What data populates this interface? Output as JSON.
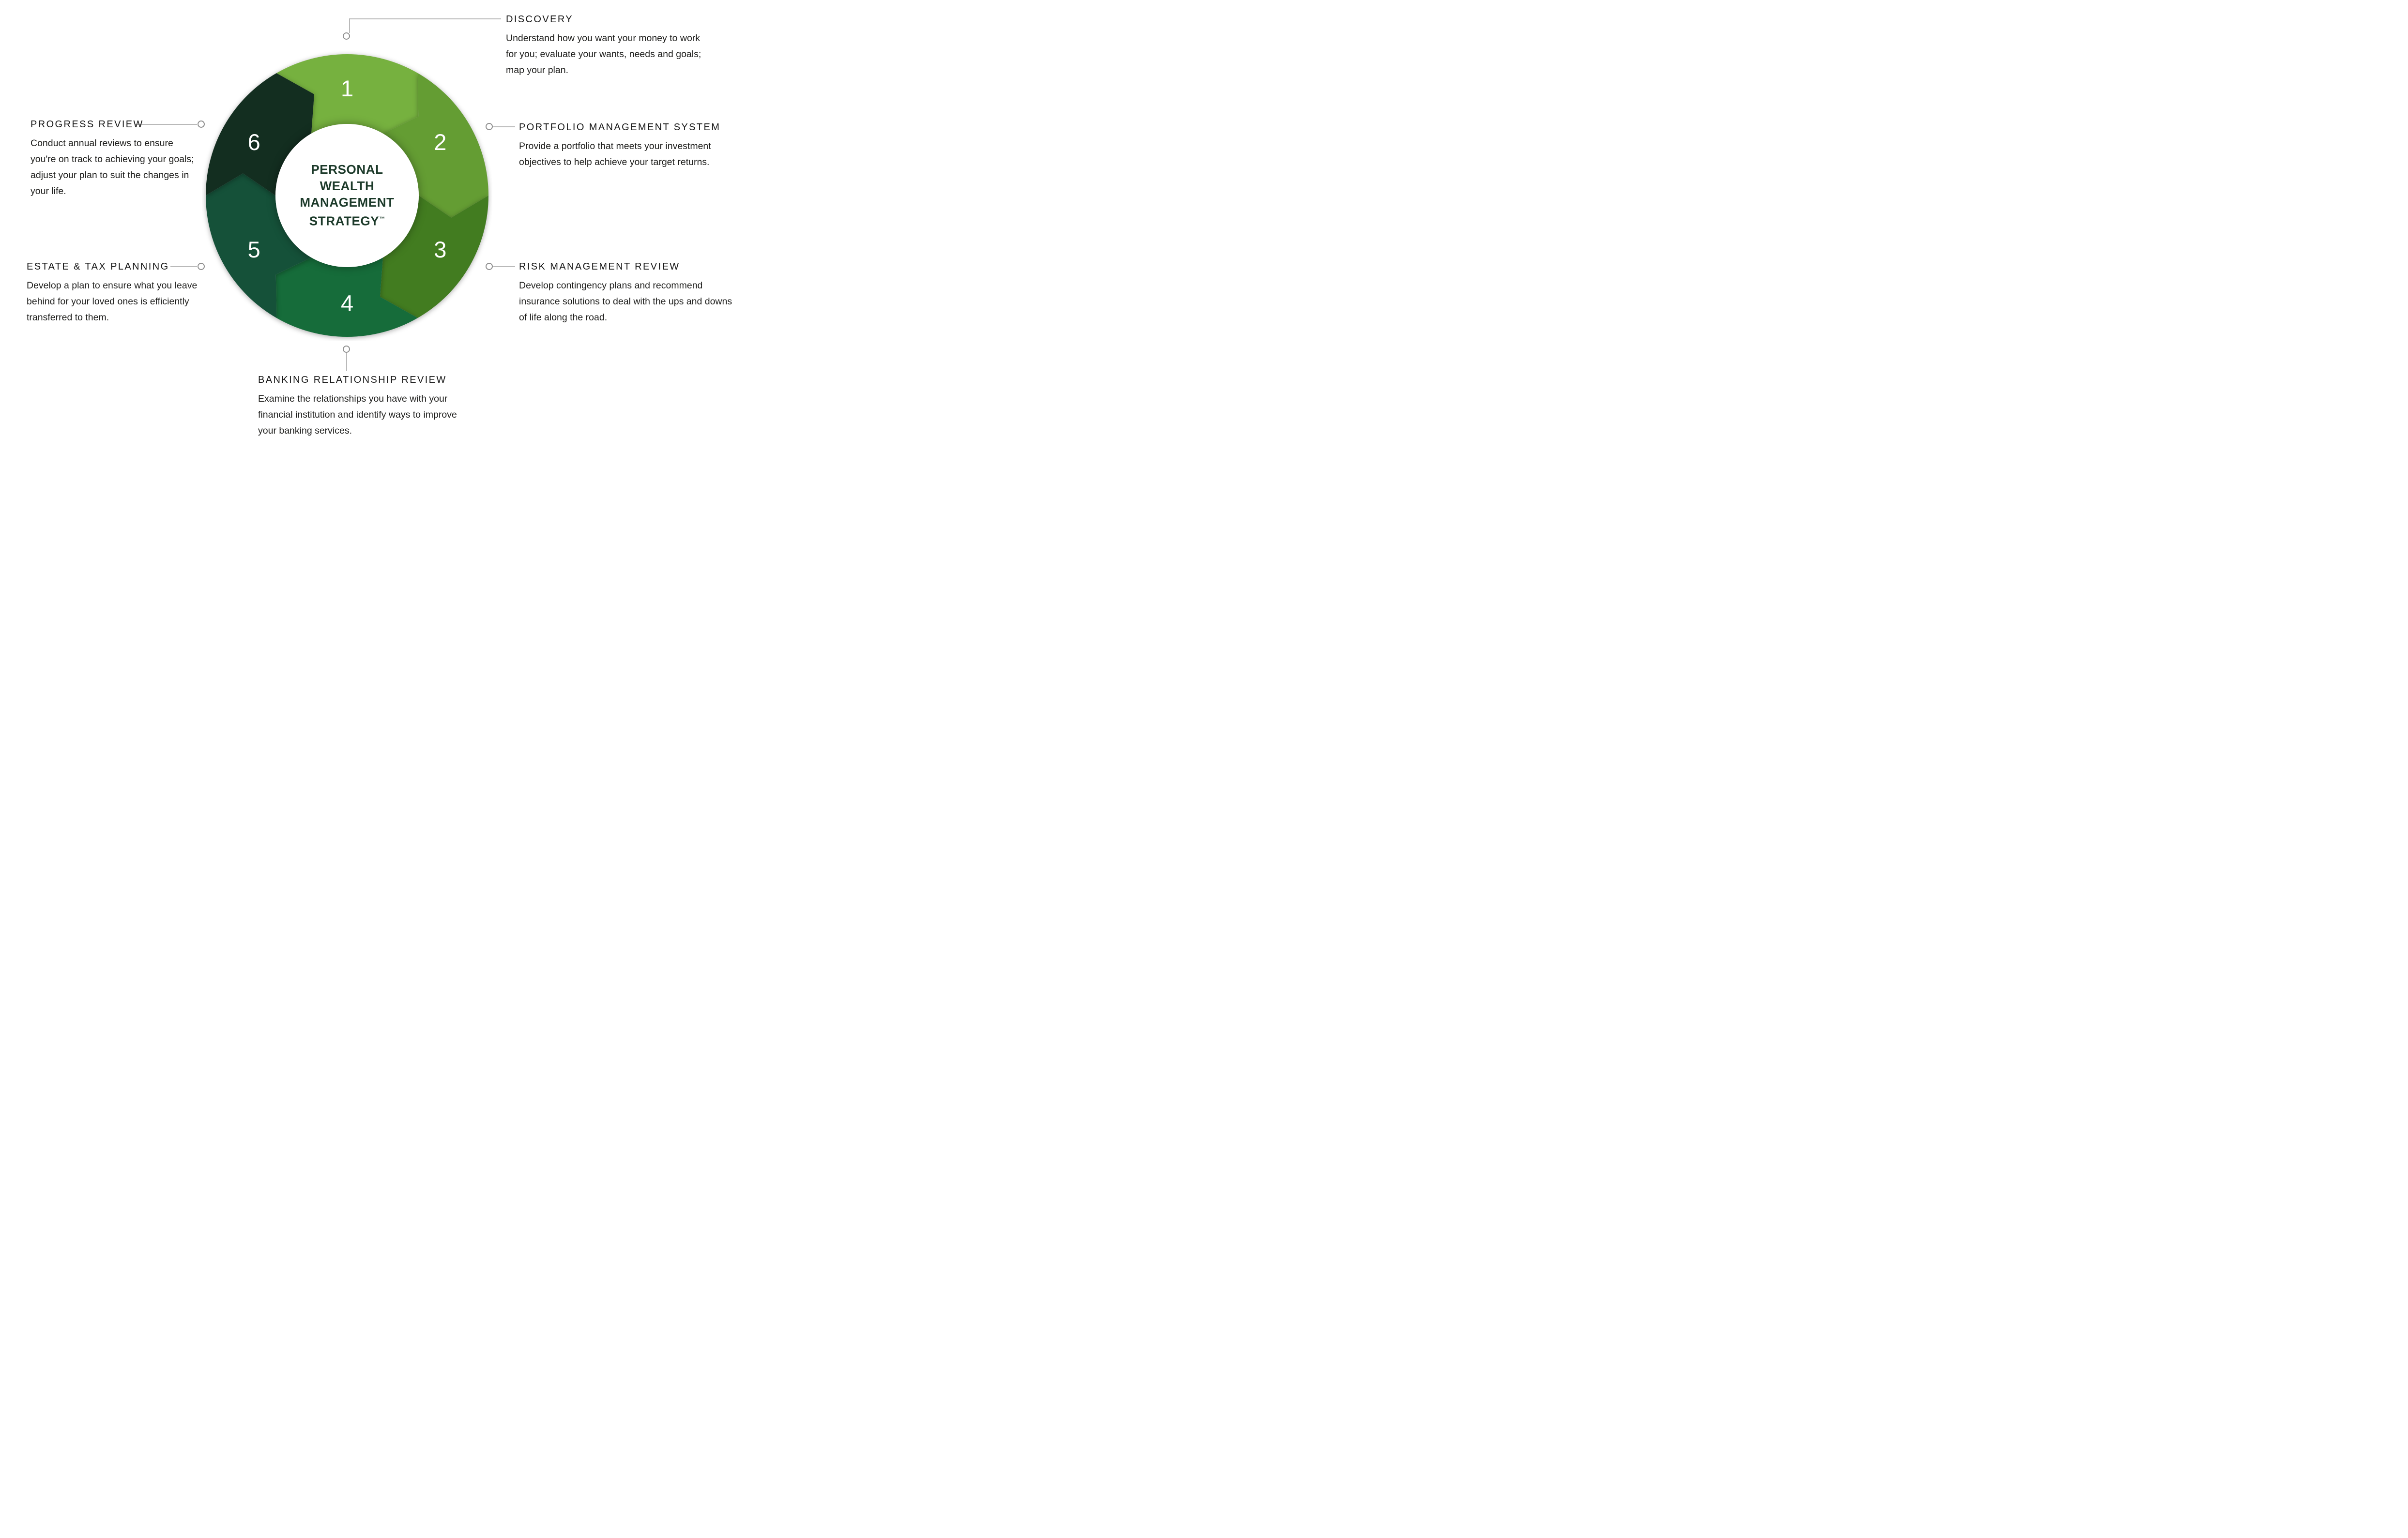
{
  "canvas": {
    "background": "#ffffff"
  },
  "center": {
    "line1": "PERSONAL",
    "line2": "WEALTH",
    "line3": "MANAGEMENT",
    "line4": "STRATEGY",
    "trademark": "™",
    "text_color": "#1c3a2a"
  },
  "chart_data": {
    "type": "cycle-diagram",
    "title": "Personal Wealth Management Strategy™",
    "flow": "clockwise",
    "number_color": "#ffffff",
    "leader_line_color": "#b9b9b9",
    "segments": [
      {
        "number": "1",
        "label": "DISCOVERY",
        "description": "Understand how you want your money to work for you; evaluate your wants, needs and goals; map your plan.",
        "color": "#76b13f",
        "position": "top"
      },
      {
        "number": "2",
        "label": "PORTFOLIO MANAGEMENT SYSTEM",
        "description": "Provide a portfolio that meets your investment objectives to help achieve your target returns.",
        "color": "#649d33",
        "position": "upper-right"
      },
      {
        "number": "3",
        "label": "RISK MANAGEMENT REVIEW",
        "description": "Develop contingency plans and recommend insurance solutions to deal with the ups and downs of life along the road.",
        "color": "#427c20",
        "position": "lower-right"
      },
      {
        "number": "4",
        "label": "BANKING RELATIONSHIP REVIEW",
        "description": "Examine the relationships you have with your financial institution and identify ways to improve your banking services.",
        "color": "#166c3a",
        "position": "bottom"
      },
      {
        "number": "5",
        "label": "ESTATE & TAX PLANNING",
        "description": "Develop a plan to ensure what you leave behind for your loved ones is efficiently transferred to them.",
        "color": "#155139",
        "position": "lower-left"
      },
      {
        "number": "6",
        "label": "PROGRESS REVIEW",
        "description": "Conduct annual reviews to ensure you're on track to achieving your goals; adjust your plan to suit the changes in your life.",
        "color": "#132e20",
        "position": "upper-left"
      }
    ]
  }
}
